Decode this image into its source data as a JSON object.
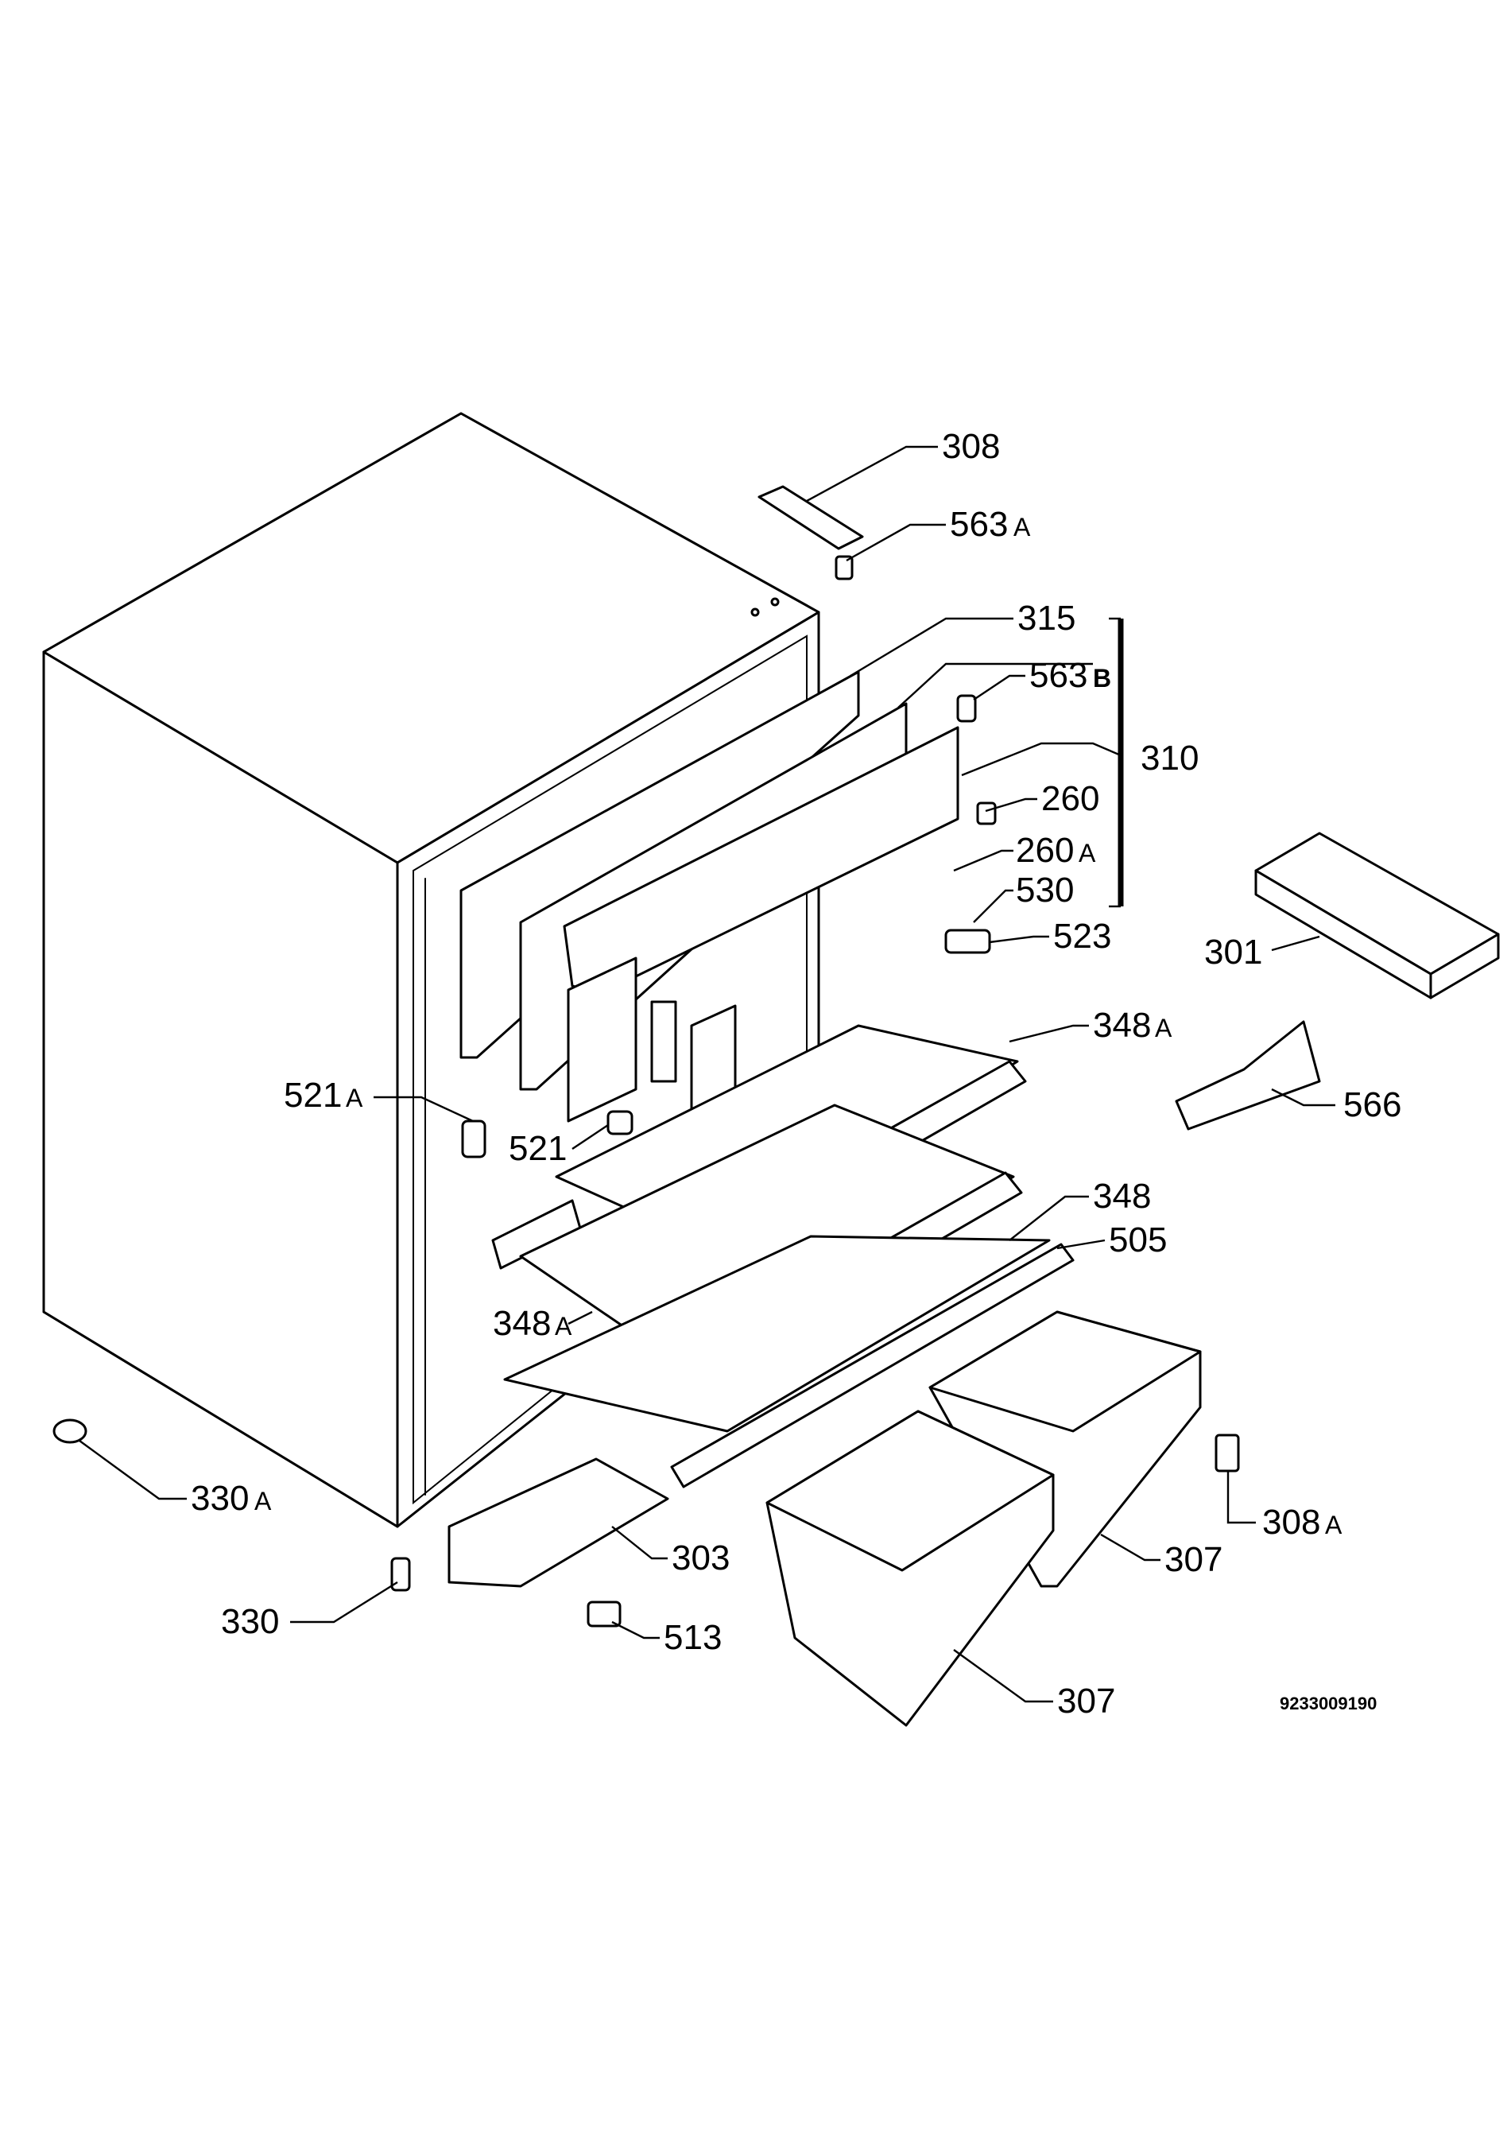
{
  "labels": {
    "p308": "308",
    "p563a": "563",
    "p563a_suffix": "A",
    "p315": "315",
    "p563b": "563",
    "p563b_suffix": "B",
    "p310": "310",
    "p260": "260",
    "p260a": "260",
    "p260a_suffix": "A",
    "p530": "530",
    "p523": "523",
    "p301": "301",
    "p348a_top": "348",
    "p348a_top_suffix": "A",
    "p566": "566",
    "p521a": "521",
    "p521a_suffix": "A",
    "p521": "521",
    "p348": "348",
    "p505": "505",
    "p348a_mid": "348",
    "p348a_mid_suffix": "A",
    "p330a": "330",
    "p330a_suffix": "A",
    "p303": "303",
    "p307_right": "307",
    "p308a": "308",
    "p308a_suffix": "A",
    "p330": "330",
    "p513": "513",
    "p307_bottom": "307"
  },
  "drawing_code": "9233009190"
}
